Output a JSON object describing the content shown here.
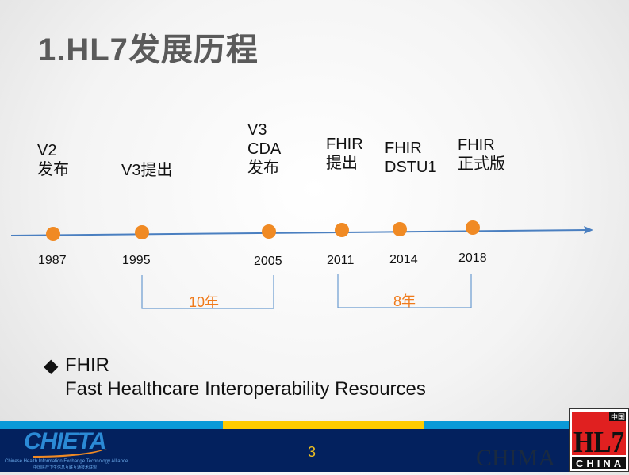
{
  "title": "1.HL7发展历程",
  "timeline": {
    "events": [
      {
        "label": "V2\n发布",
        "year": "1987"
      },
      {
        "label": "V3提出",
        "year": "1995"
      },
      {
        "label": "V3\nCDA\n发布",
        "year": "2005"
      },
      {
        "label": "FHIR\n提出",
        "year": "2011"
      },
      {
        "label": "FHIR\nDSTU1",
        "year": "2014"
      },
      {
        "label": "FHIR\n正式版",
        "year": "2018"
      }
    ],
    "spans": [
      {
        "label": "10年"
      },
      {
        "label": "8年"
      }
    ],
    "colors": {
      "line": "#4a7fc0",
      "dot": "#f08a24",
      "span_text": "#f07a1a"
    }
  },
  "bullet": {
    "icon": "diamond-bullet-icon",
    "heading": "FHIR",
    "text": "Fast Healthcare Interoperability Resources"
  },
  "footer": {
    "page_number": "3",
    "logo_name": "CHIETA",
    "logo_subtitle": "Chinese Health Information Exchange Technology Alliance",
    "logo_subtitle_cn": "中国医疗卫生信息互联互通技术联盟",
    "watermark": "CHIMA",
    "hl7_logo": {
      "main": "HL7",
      "top": "中国",
      "bottom": "CHINA"
    },
    "colors": {
      "navy": "#03215e",
      "blue": "#0a9ad8",
      "yellow": "#ffcc00"
    }
  }
}
